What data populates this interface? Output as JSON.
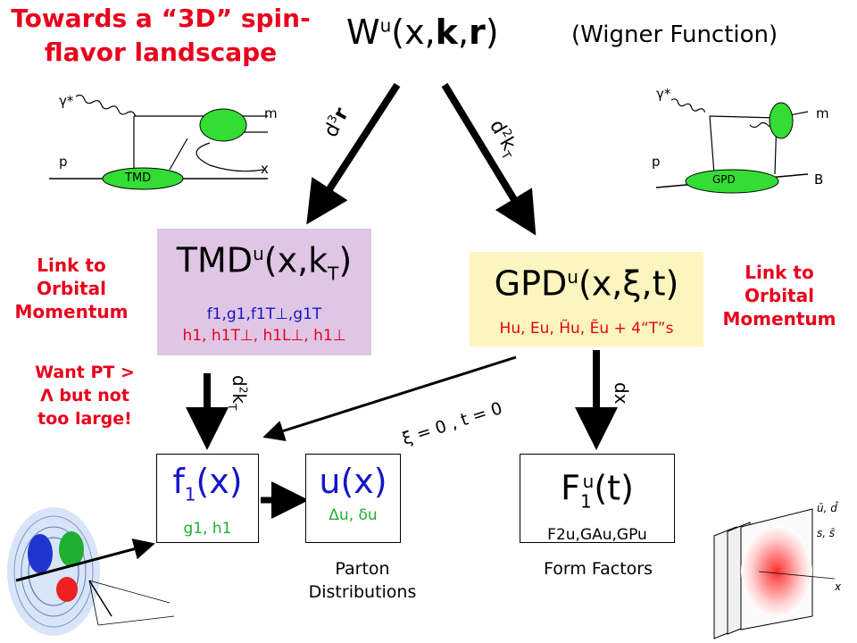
{
  "header": {
    "left_title_line1": "Towards a “3D” spin-",
    "left_title_line2": "flavor landscape",
    "wigner_main": "W",
    "wigner_sup": "u",
    "wigner_args_pre": "(x,",
    "wigner_args_k": "k",
    "wigner_args_mid": ",",
    "wigner_args_r": "r",
    "wigner_args_post": ")",
    "wigner_note": "(Wigner Function)"
  },
  "arrows": {
    "left_label_base": "d",
    "left_label_sup": "3",
    "left_label_var": "r",
    "right_label_base": "d",
    "right_label_sup": "2",
    "right_label_var": "k",
    "right_label_sub": "T",
    "tmd_down_base": "d",
    "tmd_down_sup": "2",
    "tmd_down_var": "k",
    "tmd_down_sub": "T",
    "gpd_diag": "ξ = 0 , t = 0",
    "gpd_down": "dx"
  },
  "tmd_box": {
    "main": "TMD",
    "sup": "u",
    "args_pre": "(x,k",
    "args_sub": "T",
    "args_post": ")",
    "line1": "f1,g1,f1T⊥,g1T",
    "line2": "h1, h1T⊥, h1L⊥, h1⊥",
    "bg": "#e0c6e6"
  },
  "gpd_box": {
    "main": "GPD",
    "sup": "u",
    "args": "(x,ξ,t)",
    "line1": "Hu, Eu, H̃u, Ẽu + 4“T”s",
    "bg": "#fcf5bf"
  },
  "side_notes": {
    "left_orbital": [
      "Link to",
      "Orbital",
      "Momentum"
    ],
    "right_orbital": [
      "Link to",
      "Orbital",
      "Momentum"
    ],
    "want_pt": [
      "Want PT >",
      "Λ but not",
      "too large!"
    ]
  },
  "pdf_boxes": {
    "f1_main": "f",
    "f1_sub": "1",
    "f1_args": "(x)",
    "f1_line": "g1, h1",
    "u_main": "u(x)",
    "u_line": "Δu, δu",
    "ff_main": "F",
    "ff_sub": "1",
    "ff_sup": "u",
    "ff_args": "(t)",
    "ff_line": "F2u,GAu,GPu"
  },
  "captions": {
    "parton": [
      "Parton",
      "Distributions"
    ],
    "form": "Form Factors"
  },
  "feynman_left": {
    "photon": "γ*",
    "meson": "m",
    "proton": "p",
    "blob": "TMD",
    "x": "x"
  },
  "feynman_right": {
    "photon": "γ*",
    "meson": "m",
    "proton": "p",
    "blob": "GPD",
    "baryon": "B"
  },
  "bottom_right_sketch": {
    "quarks1": "ū, d̄",
    "quarks2": "s, s̄",
    "axis": "x"
  },
  "colors": {
    "red": "#e8001c",
    "green_blob": "#33dd33",
    "arrow": "#000000"
  }
}
